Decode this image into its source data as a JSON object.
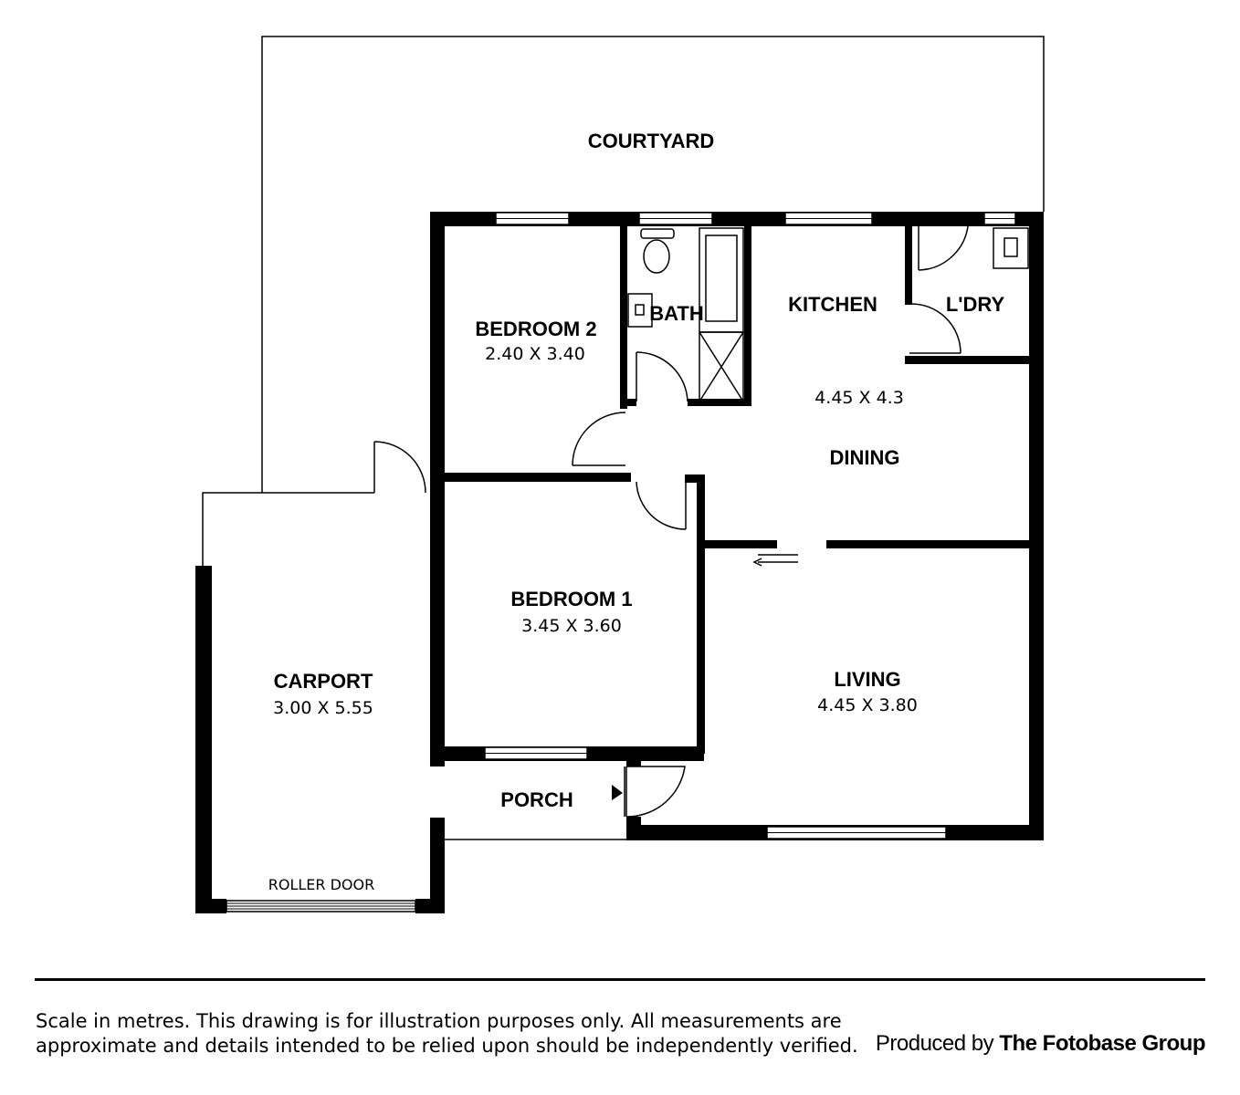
{
  "rooms": {
    "courtyard": {
      "name": "COURTYARD"
    },
    "bedroom2": {
      "name": "BEDROOM 2",
      "size": "2.40 X 3.40"
    },
    "bath": {
      "name": "BATH"
    },
    "kitchen": {
      "name": "KITCHEN"
    },
    "laundry": {
      "name": "L'DRY"
    },
    "kitchen_dining_size": "4.45 X 4.3",
    "dining": {
      "name": "DINING"
    },
    "bedroom1": {
      "name": "BEDROOM 1",
      "size": "3.45 X 3.60"
    },
    "living": {
      "name": "LIVING",
      "size": "4.45 X 3.80"
    },
    "carport": {
      "name": "CARPORT",
      "size": "3.00 X 5.55"
    },
    "porch": {
      "name": "PORCH"
    },
    "roller_door": "ROLLER DOOR"
  },
  "footer": {
    "disclaimer_line1": "Scale in metres. This drawing is for illustration purposes only. All measurements are",
    "disclaimer_line2": "approximate and details intended to be relied upon should be independently verified.",
    "produced_by": "Produced by",
    "brand": "The Fotobase Group"
  }
}
